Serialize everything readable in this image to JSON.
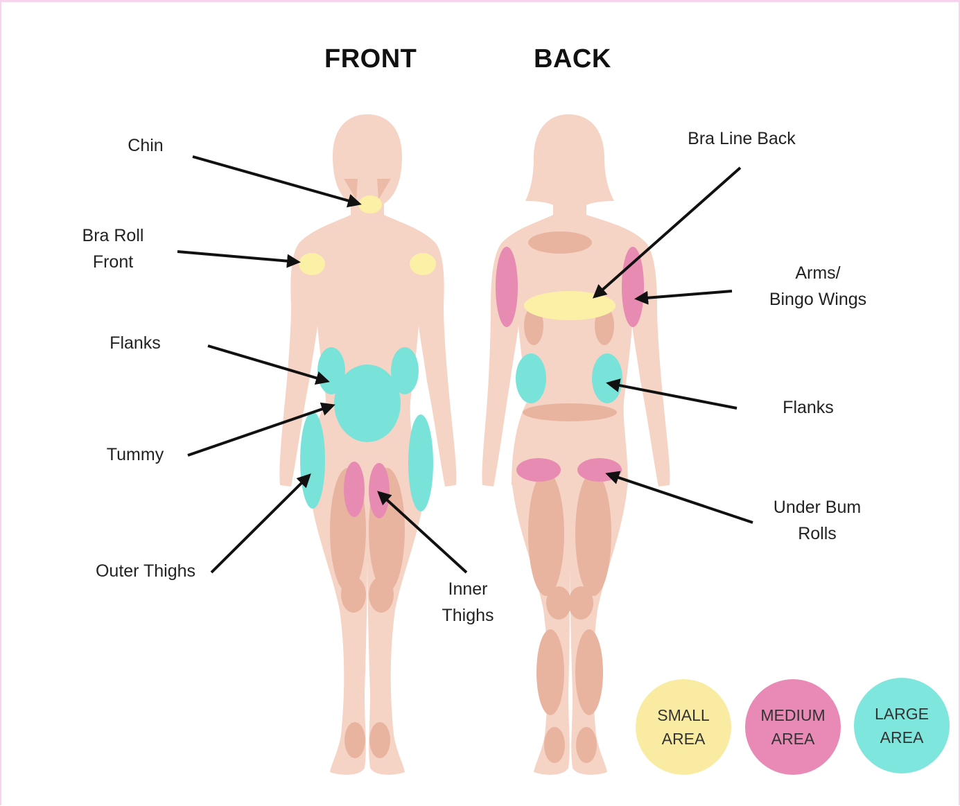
{
  "headings": {
    "front": "FRONT",
    "back": "BACK"
  },
  "labels": {
    "chin": "Chin",
    "bra_roll_front_1": "Bra Roll",
    "bra_roll_front_2": "Front",
    "flanks_front": "Flanks",
    "tummy": "Tummy",
    "outer_thighs": "Outer Thighs",
    "inner_thighs_1": "Inner",
    "inner_thighs_2": "Thighs",
    "bra_line_back": "Bra Line Back",
    "arms_1": "Arms/",
    "arms_2": "Bingo Wings",
    "flanks_back": "Flanks",
    "under_bum_1": "Under Bum",
    "under_bum_2": "Rolls"
  },
  "legend": [
    {
      "line1": "SMALL",
      "line2": "AREA",
      "color": "#f9eca2"
    },
    {
      "line1": "MEDIUM",
      "line2": "AREA",
      "color": "#e88ab5"
    },
    {
      "line1": "LARGE",
      "line2": "AREA",
      "color": "#7ee6dc"
    }
  ],
  "colors": {
    "skin": "#f5d4c6",
    "shade": "#e8b4a0",
    "small": "#fbf0a6",
    "medium": "#e78bb3",
    "large": "#79e3d9",
    "arrow": "#111111",
    "frame": "#f7d3ee"
  }
}
